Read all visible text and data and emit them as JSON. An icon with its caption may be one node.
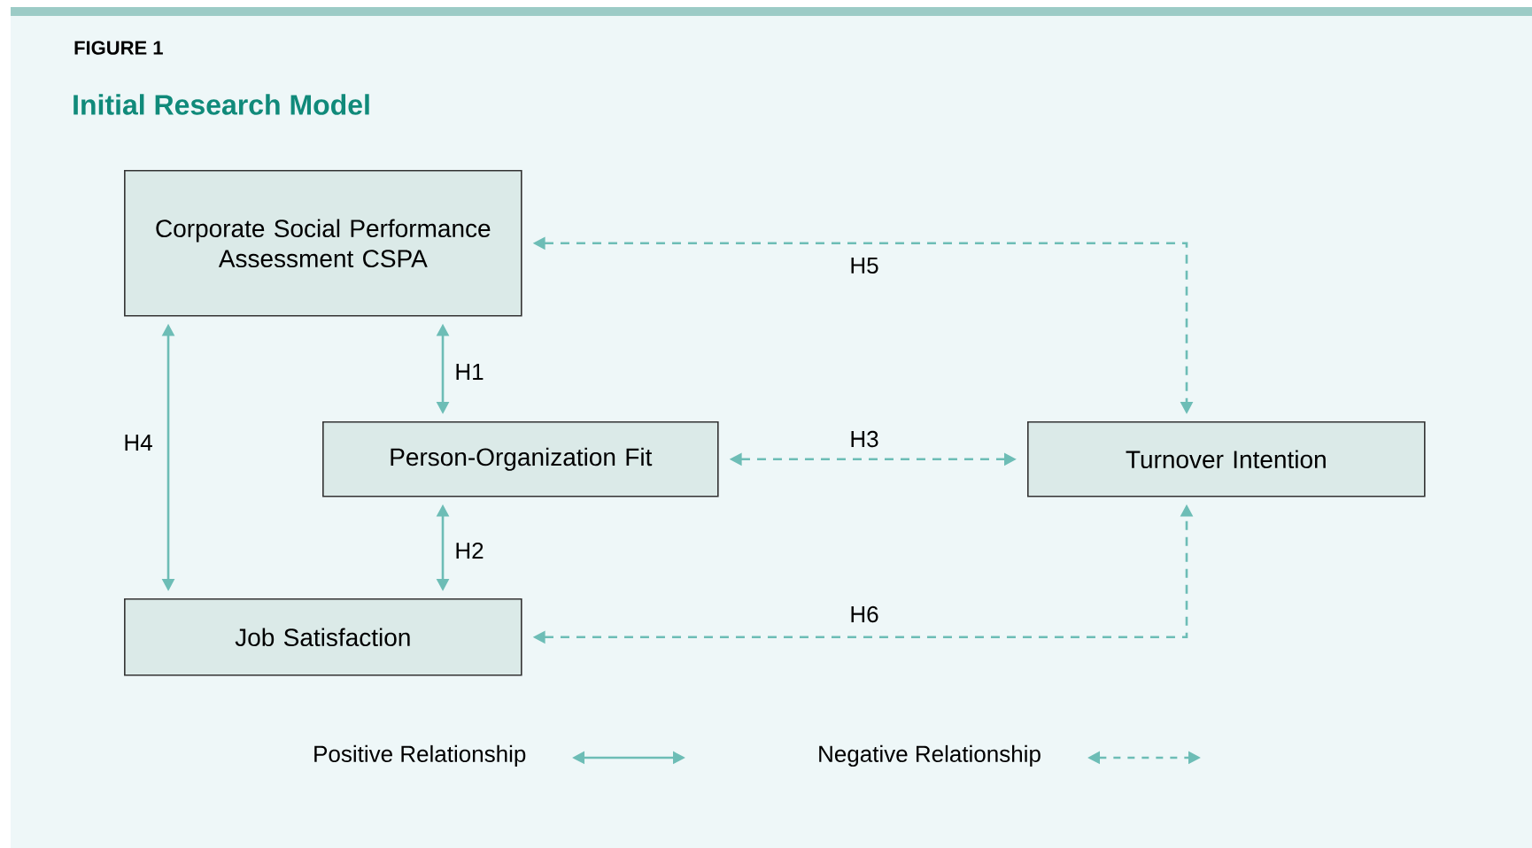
{
  "diagram": {
    "title": "Initial Research Model",
    "labels": [
      "FIGURE 1"
    ],
    "nodes": [
      {
        "text": [
          "Corporate Social Performance Assessment CSPA"
        ]
      },
      {
        "text": [
          "Person-Organization Fit"
        ]
      },
      {
        "text": [
          "Turnover Intention"
        ]
      },
      {
        "text": [
          "Job Satisfaction"
        ]
      }
    ],
    "edges": [
      {
        "from": 0,
        "to": 1,
        "arrow": "both",
        "label": "H1"
      },
      {
        "from": 1,
        "to": 3,
        "arrow": "both",
        "label": "H2"
      },
      {
        "from": 1,
        "to": 2,
        "arrow": "both",
        "label": "H3",
        "style": "dashed"
      },
      {
        "from": 0,
        "to": 3,
        "arrow": "both",
        "label": "H4"
      },
      {
        "from": 0,
        "to": 2,
        "arrow": "both",
        "label": "H5",
        "style": "dashed"
      },
      {
        "from": 3,
        "to": 2,
        "arrow": "both",
        "label": "H6",
        "style": "dashed"
      }
    ],
    "legend": [
      {
        "text": "Positive Relationship"
      },
      {
        "text": "Negative Relationship"
      }
    ]
  }
}
